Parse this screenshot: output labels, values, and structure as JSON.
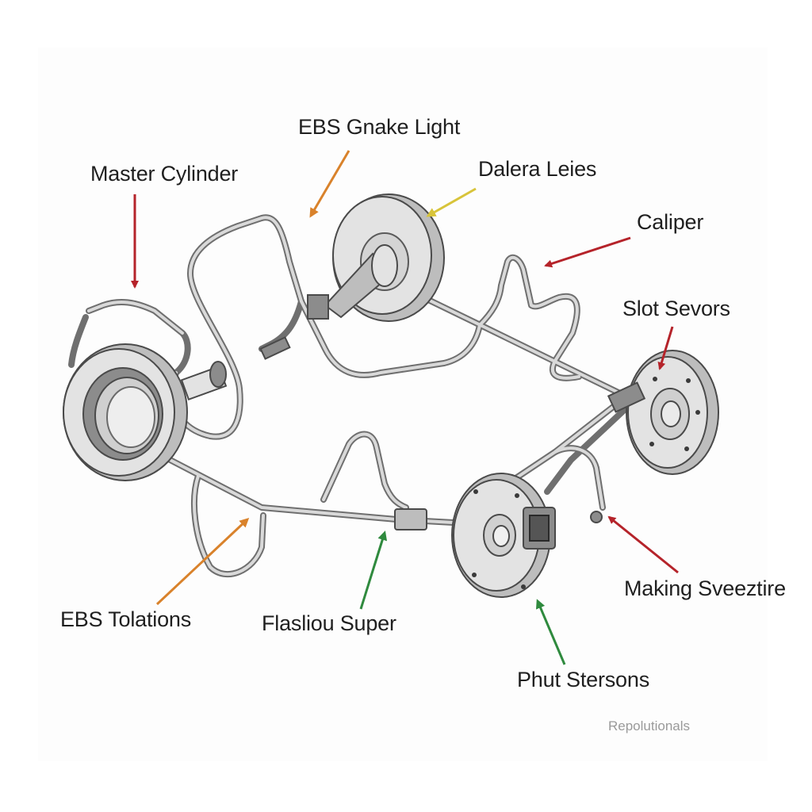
{
  "labels": {
    "brake_light": "EBS Gnake Light",
    "dalera_leies": "Dalera Leies",
    "master_cylinder": "Master Cylinder",
    "caliper": "Caliper",
    "slot_sensors": "Slot Sevors",
    "making_sveeztire": "Making Sveeztire",
    "ebs_tolations": "EBS Tolations",
    "flasliou_super": "Flasliou Super",
    "phut_stersons": "Phut Stersons"
  },
  "watermark": "Repolutionals",
  "arrow_colors": {
    "red": "#b5232a",
    "orange": "#d9822b",
    "yellow": "#d8c43a",
    "green": "#2f8a3e"
  }
}
